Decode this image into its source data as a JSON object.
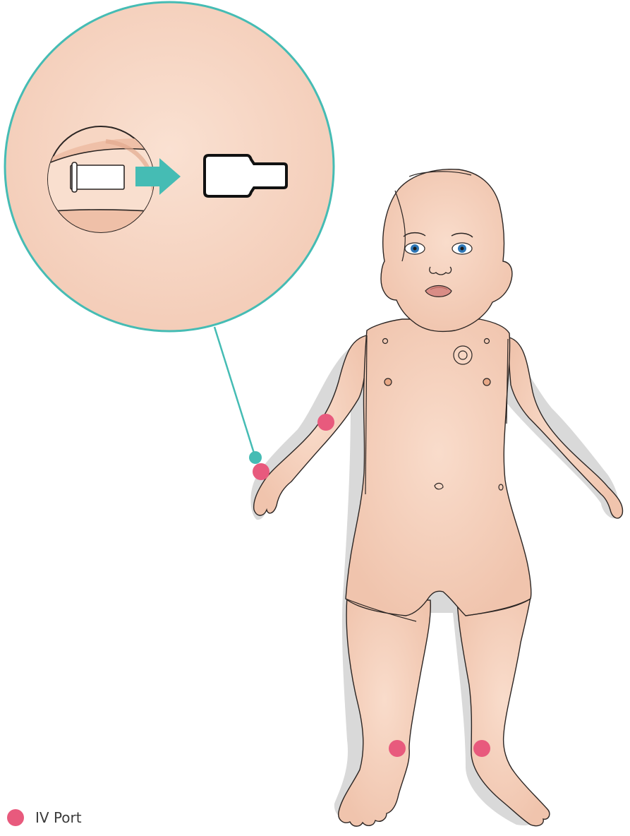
{
  "legend": {
    "items": [
      {
        "label": "IV Port",
        "color": "#e85a7d"
      }
    ]
  },
  "colors": {
    "skin": "#f6d3c0",
    "skin_shadow": "#e9b7a0",
    "outline": "#2b2523",
    "callout": "#45bcb4",
    "iv_port": "#e85a7d",
    "eye": "#2e76b5",
    "lips": "#d98d86",
    "body_shadow": "#d8d8d8"
  },
  "icons": [
    "iv-port-marker",
    "callout-anchor-marker",
    "arrow-right-icon",
    "iv-port-connector-icon"
  ]
}
